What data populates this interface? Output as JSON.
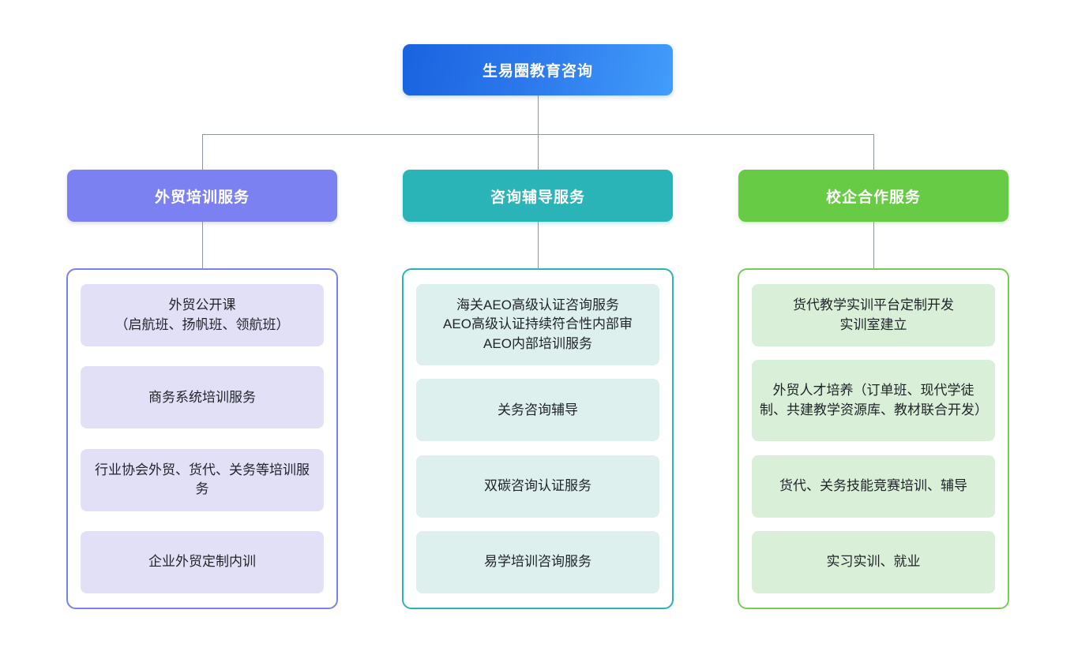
{
  "root": {
    "label": "生易圈教育咨询"
  },
  "branches": [
    {
      "label": "外贸培训服务",
      "items": [
        "外贸公开课\n（启航班、扬帆班、领航班）",
        "商务系统培训服务",
        "行业协会外贸、货代、关务等培训服务",
        "企业外贸定制内训"
      ]
    },
    {
      "label": "咨询辅导服务",
      "items": [
        "海关AEO高级认证咨询服务\nAEO高级认证持续符合性内部审\nAEO内部培训服务",
        "关务咨询辅导",
        "双碳咨询认证服务",
        "易学培训咨询服务"
      ]
    },
    {
      "label": "校企合作服务",
      "items": [
        "货代教学实训平台定制开发\n实训室建立",
        "外贸人才培养（订单班、现代学徒制、共建教学资源库、教材联合开发）",
        "货代、关务技能竞赛培训、辅导",
        "实习实训、就业"
      ]
    }
  ],
  "colors": {
    "root_gradient_start": "#1a63e0",
    "root_gradient_end": "#429dfa",
    "branch_1_accent": "#7b81f0",
    "branch_2_accent": "#2ab4b8",
    "branch_3_accent": "#68cb45",
    "branch_1_item_bg": "#e2e0f6",
    "branch_2_item_bg": "#ddf0ee",
    "branch_3_item_bg": "#d9efd8",
    "connector": "#8f959e",
    "item_text": "#1f2329"
  }
}
